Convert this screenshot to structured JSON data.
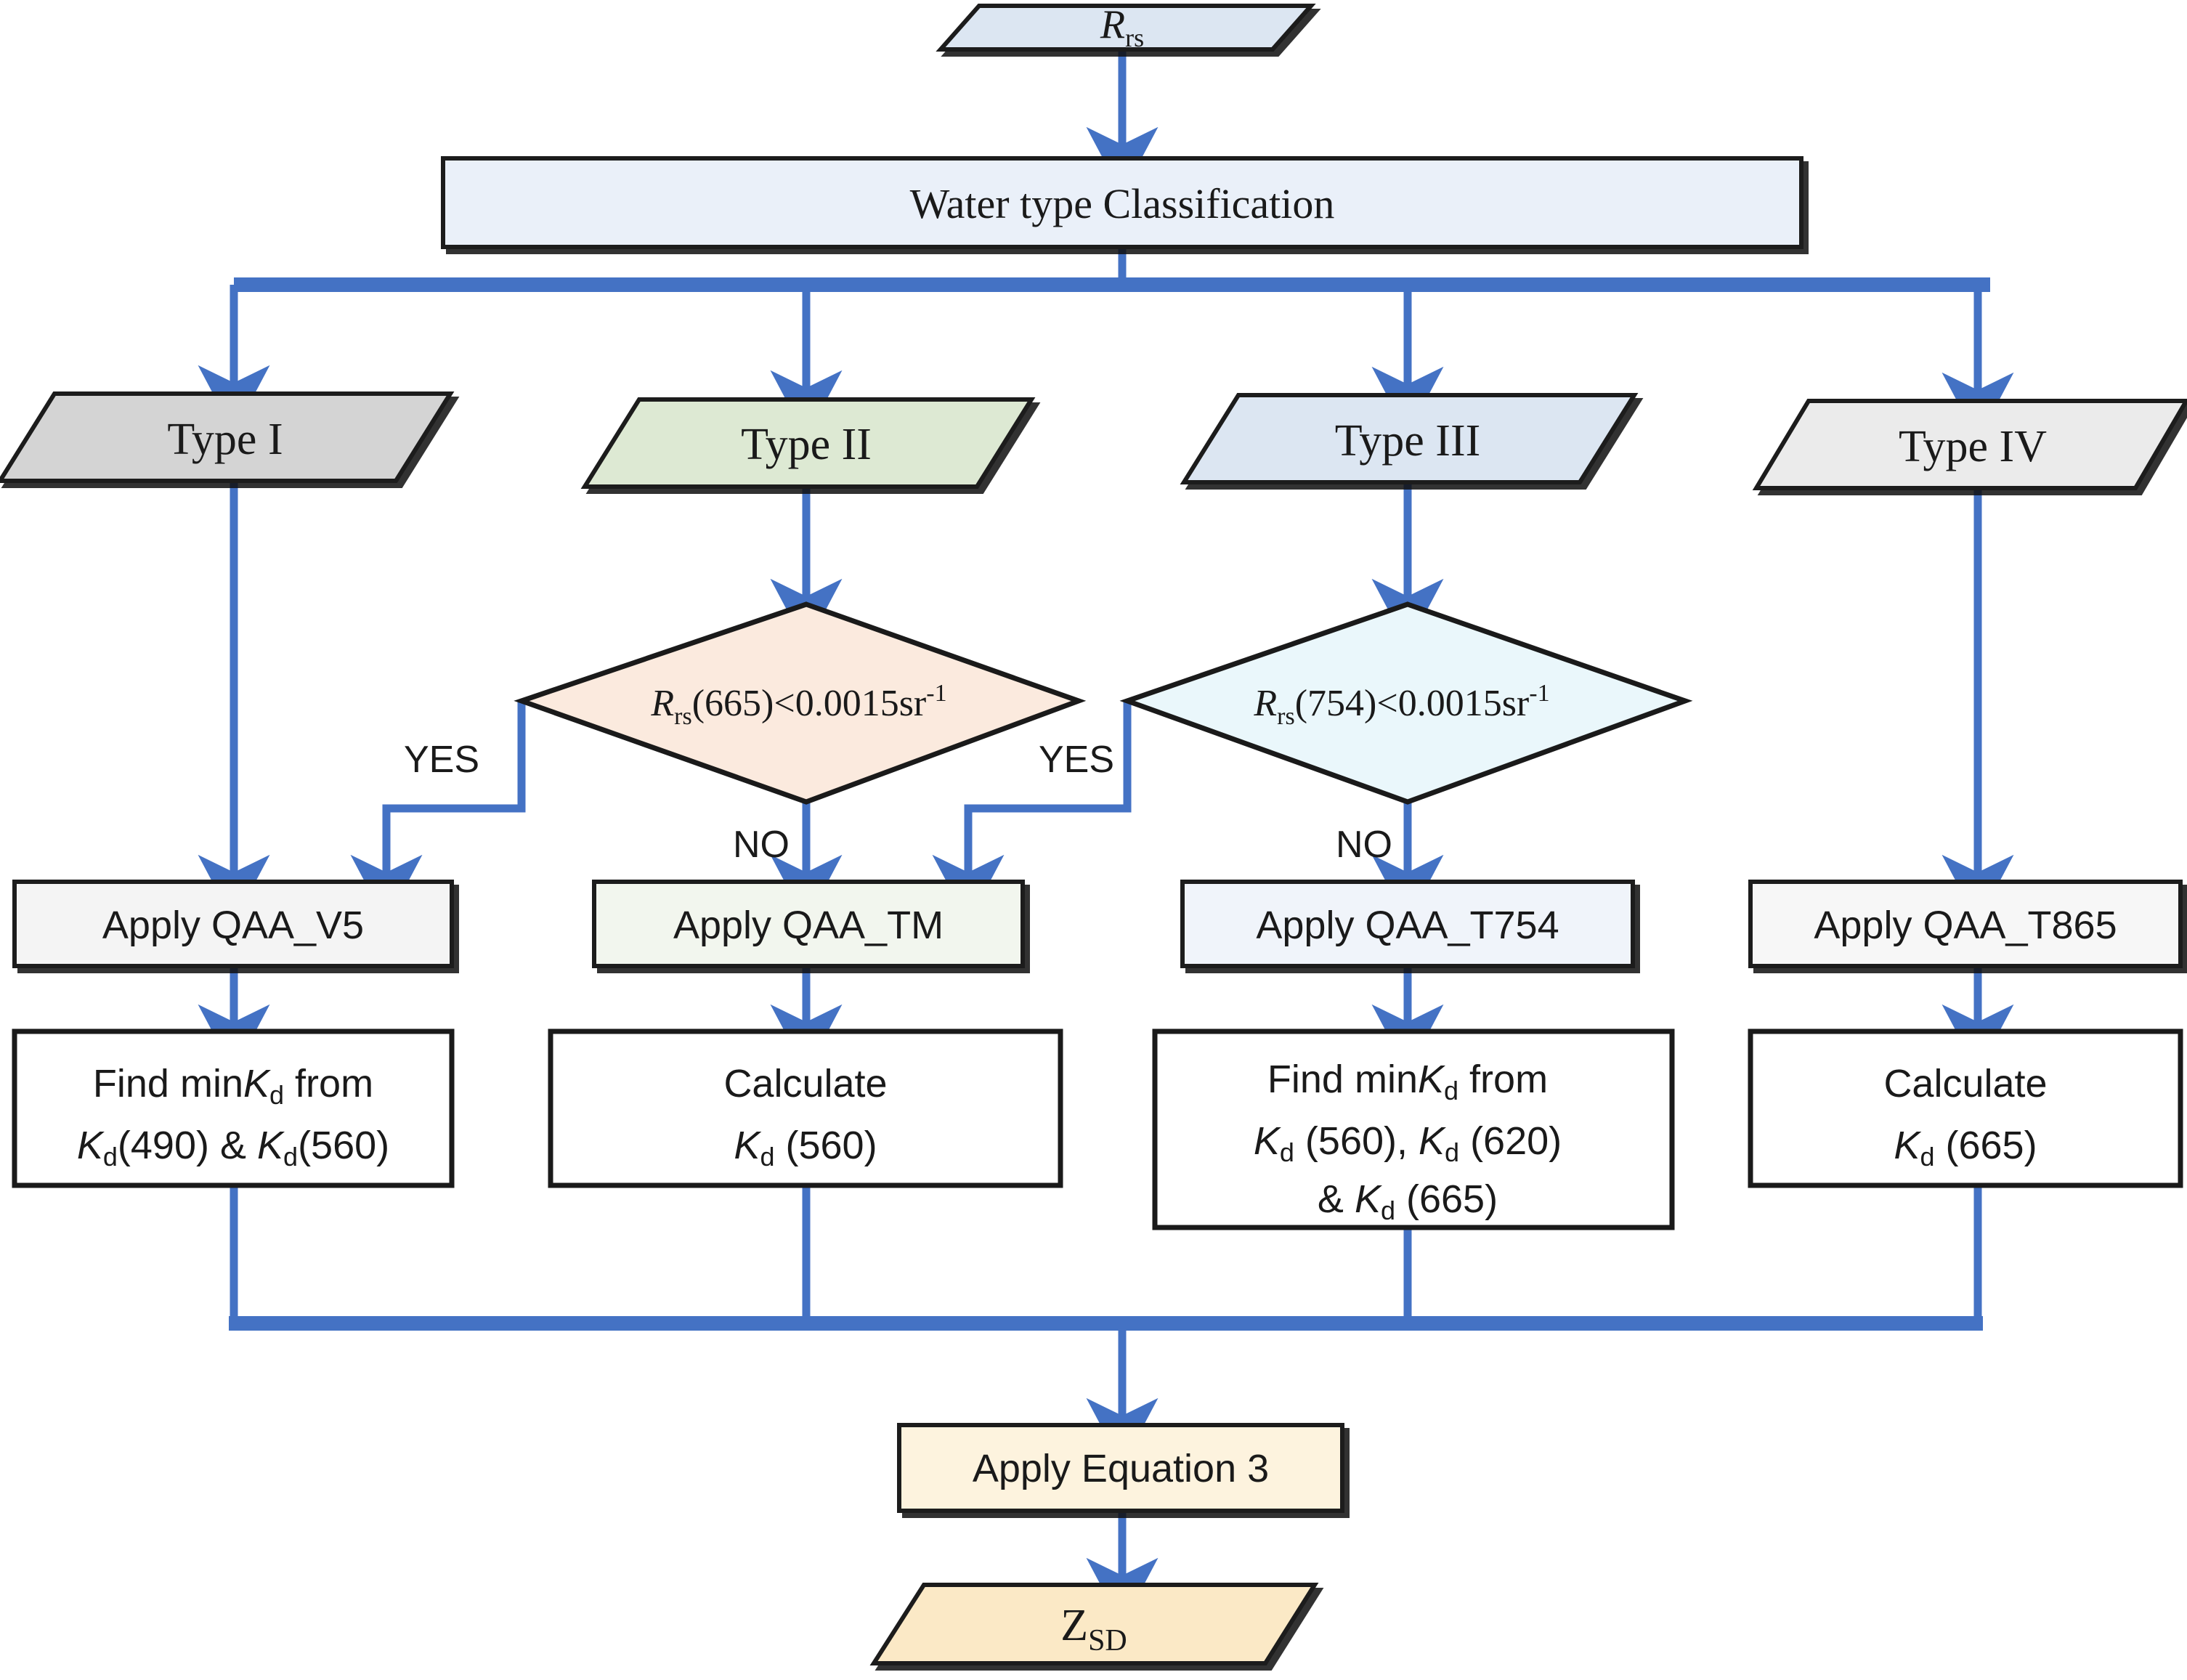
{
  "colors": {
    "arrow": "#4472c4",
    "outline": "#1a1a1a",
    "rrs_fill": "#dce6f2",
    "classify_fill": "#eaf0f9",
    "type1_fill": "#d4d4d4",
    "type2_fill": "#dde9d3",
    "type3_fill": "#dce6f2",
    "type4_fill": "#ebebeb",
    "diamond1_fill": "#fbeade",
    "diamond2_fill": "#eaf7fb",
    "qaa_v5_fill": "#f4f4f4",
    "qaa_tm_fill": "#f2f6ee",
    "qaa_t754_fill": "#f0f4fa",
    "qaa_t865_fill": "#f7f7f7",
    "result_fill": "#ffffff",
    "eq_fill": "#fdf3de",
    "zsd_fill": "#fbe9c6",
    "background": "#ffffff"
  },
  "nodes": {
    "input": {
      "id": "rrs",
      "shape": "parallelogram",
      "base": "R",
      "sub": "rs",
      "label": "Rrs"
    },
    "classify": {
      "id": "water-type-classification",
      "shape": "rect",
      "label": "Water type Classification"
    },
    "types": [
      {
        "id": "type-1",
        "shape": "parallelogram",
        "label": "Type I"
      },
      {
        "id": "type-2",
        "shape": "parallelogram",
        "label": "Type II"
      },
      {
        "id": "type-3",
        "shape": "parallelogram",
        "label": "Type III"
      },
      {
        "id": "type-4",
        "shape": "parallelogram",
        "label": "Type IV"
      }
    ],
    "decisions": [
      {
        "id": "decision-665",
        "shape": "diamond",
        "base": "R",
        "sub": "rs",
        "rest": "(665)<0.0015sr",
        "sup": "-1",
        "label": "Rrs(665)<0.0015sr-1"
      },
      {
        "id": "decision-754",
        "shape": "diamond",
        "base": "R",
        "sub": "rs",
        "rest": "(754)<0.0015sr",
        "sup": "-1",
        "label": "Rrs(754)<0.0015sr-1"
      }
    ],
    "branch_labels": [
      {
        "id": "yes-1",
        "text": "YES"
      },
      {
        "id": "no-1",
        "text": "NO"
      },
      {
        "id": "yes-2",
        "text": "YES"
      },
      {
        "id": "no-2",
        "text": "NO"
      }
    ],
    "apply": [
      {
        "id": "apply-qaa-v5",
        "shape": "rect",
        "label": "Apply QAA_V5"
      },
      {
        "id": "apply-qaa-tm",
        "shape": "rect",
        "label": "Apply QAA_TM"
      },
      {
        "id": "apply-qaa-t754",
        "shape": "rect",
        "label": "Apply QAA_T754"
      },
      {
        "id": "apply-qaa-t865",
        "shape": "rect",
        "label": "Apply QAA_T865"
      }
    ],
    "results": [
      {
        "id": "result-1",
        "shape": "rect",
        "lines": [
          [
            {
              "t": "Find min",
              "s": "n"
            },
            {
              "t": "K",
              "s": "i"
            },
            {
              "t": "d",
              "s": "sub"
            },
            {
              "t": " from",
              "s": "n"
            }
          ],
          [
            {
              "t": "K",
              "s": "i"
            },
            {
              "t": "d",
              "s": "sub"
            },
            {
              "t": "(490) & ",
              "s": "n"
            },
            {
              "t": "K",
              "s": "i"
            },
            {
              "t": "d",
              "s": "sub"
            },
            {
              "t": "(560)",
              "s": "n"
            }
          ]
        ],
        "label": "Find minKd from Kd(490) & Kd(560)"
      },
      {
        "id": "result-2",
        "shape": "rect",
        "lines": [
          [
            {
              "t": "Calculate",
              "s": "n"
            }
          ],
          [
            {
              "t": "K",
              "s": "i"
            },
            {
              "t": "d",
              "s": "sub"
            },
            {
              "t": " (560)",
              "s": "n"
            }
          ]
        ],
        "label": "Calculate Kd (560)"
      },
      {
        "id": "result-3",
        "shape": "rect",
        "lines": [
          [
            {
              "t": "Find min",
              "s": "n"
            },
            {
              "t": "K",
              "s": "i"
            },
            {
              "t": "d",
              "s": "sub"
            },
            {
              "t": " from",
              "s": "n"
            }
          ],
          [
            {
              "t": "K",
              "s": "i"
            },
            {
              "t": "d",
              "s": "sub"
            },
            {
              "t": " (560), ",
              "s": "n"
            },
            {
              "t": "K",
              "s": "i"
            },
            {
              "t": "d",
              "s": "sub"
            },
            {
              "t": " (620)",
              "s": "n"
            }
          ],
          [
            {
              "t": "& ",
              "s": "n"
            },
            {
              "t": "K",
              "s": "i"
            },
            {
              "t": "d",
              "s": "sub"
            },
            {
              "t": " (665)",
              "s": "n"
            }
          ]
        ],
        "label": "Find minKd from Kd (560), Kd (620) & Kd (665)"
      },
      {
        "id": "result-4",
        "shape": "rect",
        "lines": [
          [
            {
              "t": "Calculate",
              "s": "n"
            }
          ],
          [
            {
              "t": "K",
              "s": "i"
            },
            {
              "t": "d",
              "s": "sub"
            },
            {
              "t": " (665)",
              "s": "n"
            }
          ]
        ],
        "label": "Calculate Kd (665)"
      }
    ],
    "equation": {
      "id": "apply-equation-3",
      "shape": "rect",
      "label": "Apply Equation 3"
    },
    "output": {
      "id": "zsd",
      "shape": "parallelogram",
      "base": "Z",
      "sub": "SD",
      "label": "ZSD"
    }
  },
  "flow": {
    "title": "Water type classification and Kd / ZSD retrieval flowchart"
  }
}
